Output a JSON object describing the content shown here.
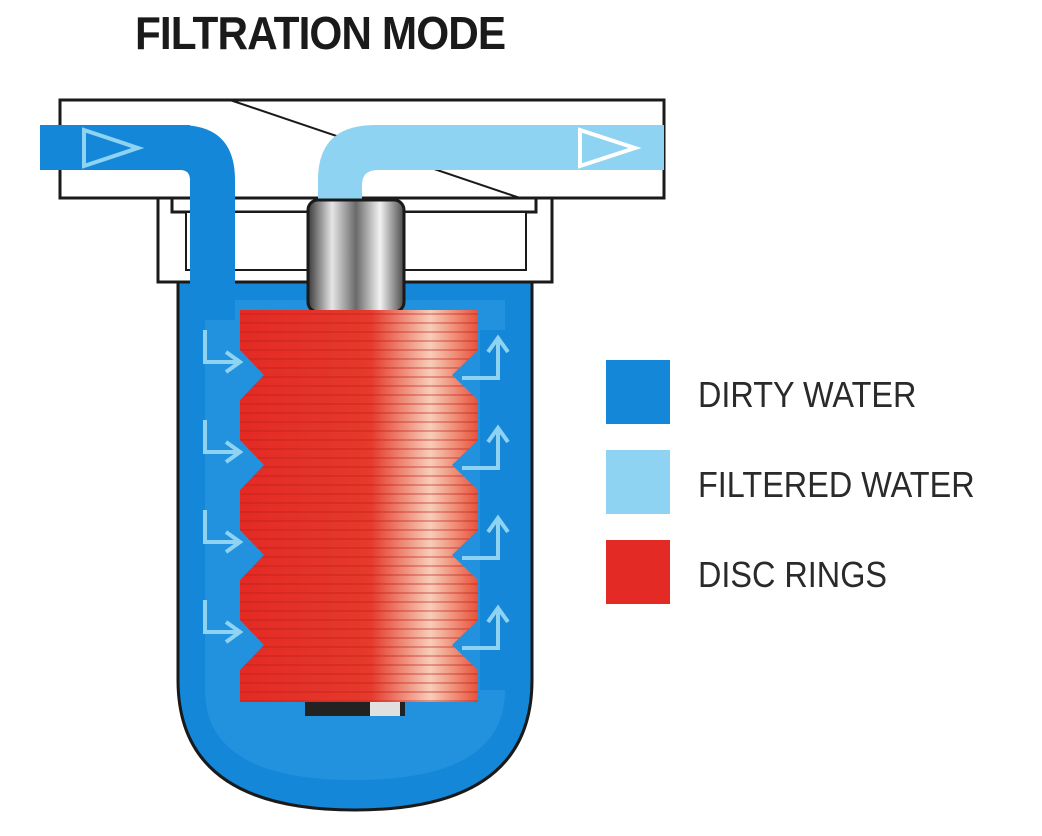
{
  "title": "FILTRATION MODE",
  "legend": [
    {
      "label": "DIRTY WATER",
      "color": "#1487d8"
    },
    {
      "label": "FILTERED WATER",
      "color": "#8fd3f2"
    },
    {
      "label": "DISC RINGS",
      "color": "#e32a24"
    }
  ],
  "colors": {
    "dirty_water": "#1487d8",
    "filtered_water": "#8fd3f2",
    "disc_rings": "#e32a24",
    "housing_outline": "#1a1a1a",
    "housing_glass": "#d9eef9"
  }
}
